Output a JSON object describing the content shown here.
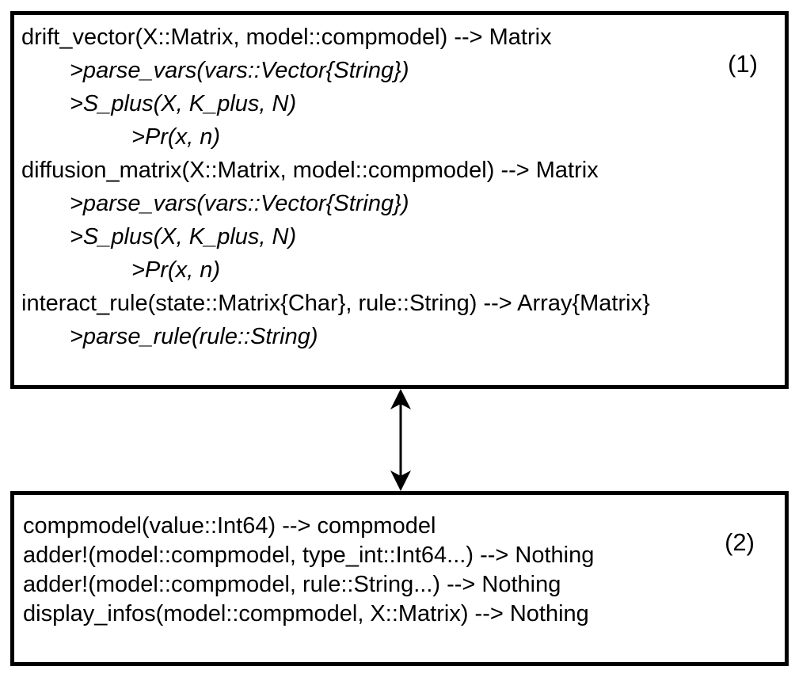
{
  "figure": {
    "background": "#ffffff",
    "border_color": "#000000",
    "text_color": "#000000"
  },
  "box1": {
    "label": "(1)",
    "lines": [
      {
        "text": "drift_vector(X::Matrix, model::compmodel) --> Matrix",
        "indent": 0,
        "italic": false
      },
      {
        "text": ">parse_vars(vars::Vector{String})",
        "indent": 1,
        "italic": true
      },
      {
        "text": ">S_plus(X, K_plus, N)",
        "indent": 1,
        "italic": true
      },
      {
        "text": ">Pr(x, n)",
        "indent": 2,
        "italic": true
      },
      {
        "text": "diffusion_matrix(X::Matrix, model::compmodel) --> Matrix",
        "indent": 0,
        "italic": false
      },
      {
        "text": ">parse_vars(vars::Vector{String})",
        "indent": 1,
        "italic": true
      },
      {
        "text": ">S_plus(X, K_plus, N)",
        "indent": 1,
        "italic": true
      },
      {
        "text": ">Pr(x, n)",
        "indent": 2,
        "italic": true
      },
      {
        "text": "interact_rule(state::Matrix{Char}, rule::String) --> Array{Matrix}",
        "indent": 0,
        "italic": false
      },
      {
        "text": ">parse_rule(rule::String)",
        "indent": 1,
        "italic": true
      }
    ]
  },
  "connector": {
    "type": "double-headed-vertical-arrow",
    "color": "#000000"
  },
  "box2": {
    "label": "(2)",
    "lines": [
      {
        "text": "compmodel(value::Int64) --> compmodel",
        "indent": 0,
        "italic": false
      },
      {
        "text": "adder!(model::compmodel, type_int::Int64...) --> Nothing",
        "indent": 0,
        "italic": false
      },
      {
        "text": "adder!(model::compmodel, rule::String...) --> Nothing",
        "indent": 0,
        "italic": false
      },
      {
        "text": "display_infos(model::compmodel, X::Matrix) --> Nothing",
        "indent": 0,
        "italic": false
      }
    ]
  }
}
